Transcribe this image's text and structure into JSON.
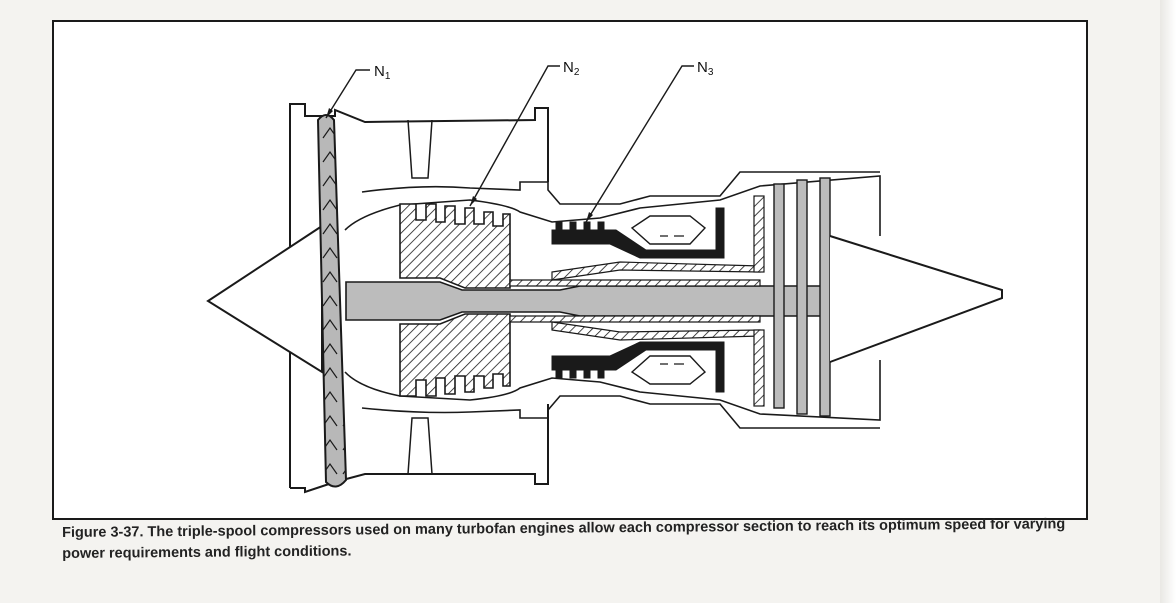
{
  "labels": {
    "n1_main": "N",
    "n1_sub": "1",
    "n2_main": "N",
    "n2_sub": "2",
    "n3_main": "N",
    "n3_sub": "3"
  },
  "caption": {
    "figure_number": "Figure 3-37.",
    "text": "The triple-spool compressors used on many turbofan engines allow each compressor section to reach its optimum speed for varying power requirements and flight conditions."
  },
  "colors": {
    "line": "#1a1a1a",
    "shaded": "#bcbcbc",
    "dark": "#1a1a1a",
    "background": "#ffffff"
  }
}
